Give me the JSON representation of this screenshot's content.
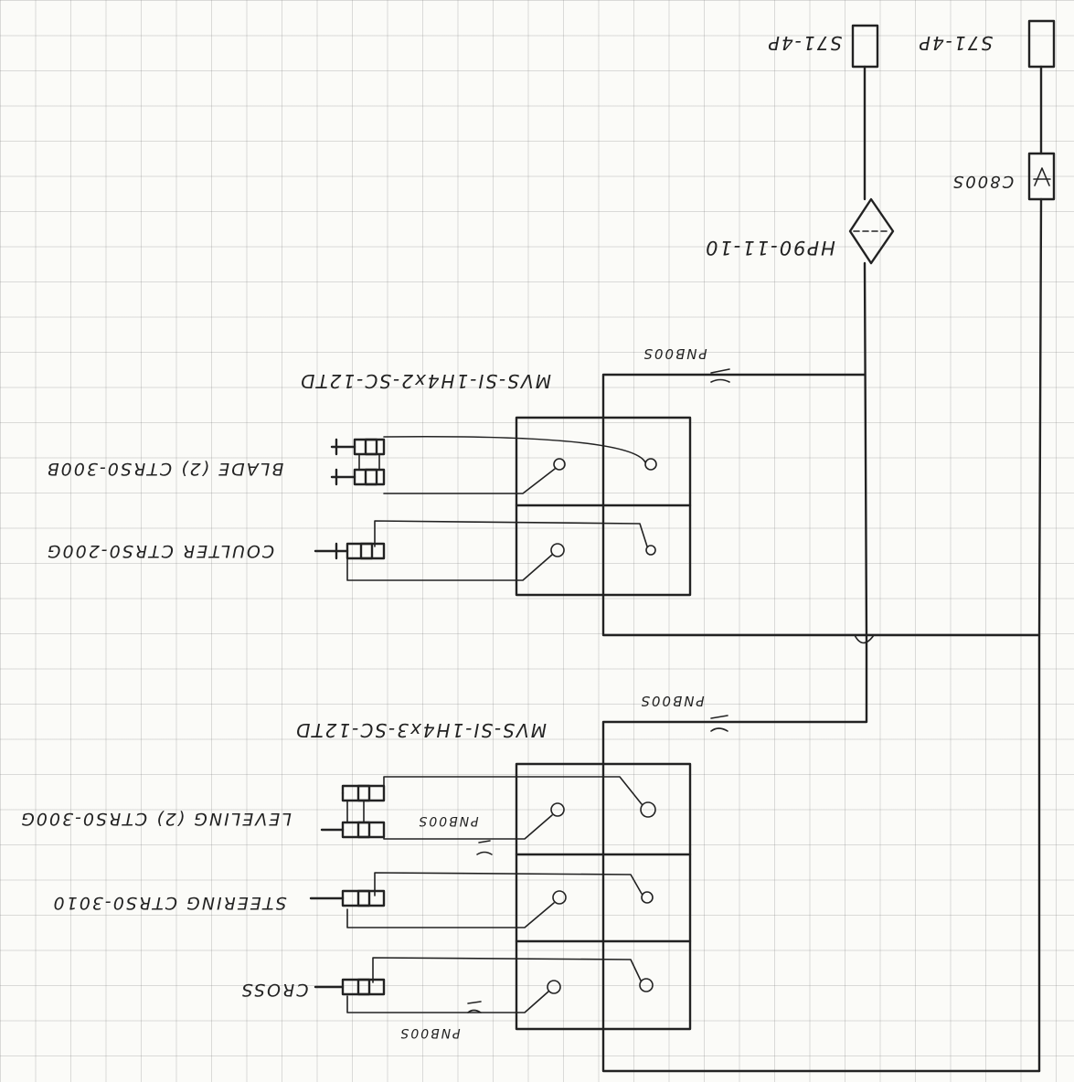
{
  "labels": {
    "top_right_port_a": "S71-4P",
    "top_right_port_b": "S71-4P",
    "check_valve_tag": "C800S",
    "filter_tag": "HP90-11-10",
    "drain_upper": "PNB00S",
    "manifold_upper": "MVS-SI-1H4x2-SC-12TD",
    "blade_label": "BLADE (2) CTRS0-300B",
    "coulter_label": "COULTER CTRS0-200G",
    "drain_lower": "PNB00S",
    "manifold_lower": "MVS-SI-1H4x3-SC-12TD",
    "leveling_label": "LEVELING (2) CTRS0-300G",
    "leveling_drain": "PNB00S",
    "steering_label": "STEERING CTRS0-3010",
    "cross_label": "CROSS",
    "cross_drain": "PNB00S"
  },
  "icons": [
    "port-box-icon",
    "check-valve-icon",
    "filter-diamond-icon",
    "cylinder-icon",
    "solenoid-valve-icon",
    "drain-symbol-icon"
  ]
}
